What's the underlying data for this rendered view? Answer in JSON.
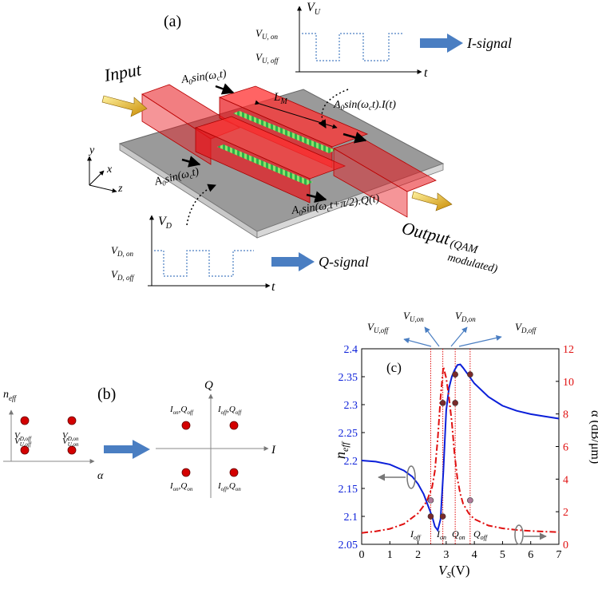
{
  "panel_a": {
    "label": "(a)",
    "input_label": "Input",
    "output_label": "Output",
    "output_note_1": "(QAM",
    "output_note_2": "modulated)",
    "length_label": "L",
    "length_sub": "M",
    "axis_x": "x",
    "axis_y": "y",
    "axis_z": "z",
    "upper_in": "A",
    "upper_in_rest": "sin(ω",
    "upper_in_end": "t)",
    "upper_out_rest": "sin(ω",
    "upper_out_end": "t).I(t)",
    "lower_in_rest": "sin(ω",
    "lower_in_end": "t)",
    "lower_out_rest": "sin(ω",
    "lower_out_end": "t+π/2).Q(t)",
    "sub0": "0",
    "subc": "c",
    "vu_axis": "V",
    "vu_axis_sub": "U",
    "vu_on": "V",
    "vu_on_sub": "U, on",
    "vu_off": "V",
    "vu_off_sub": "U, off",
    "vu_t": "t",
    "i_signal": "I-signal",
    "vd_axis": "V",
    "vd_axis_sub": "D",
    "vd_on": "V",
    "vd_on_sub": "D, on",
    "vd_off": "V",
    "vd_off_sub": "D, off",
    "vd_t": "t",
    "q_signal": "Q-signal"
  },
  "panel_b": {
    "label": "(b)",
    "left_yaxis": "n",
    "left_yaxis_sub": "eff",
    "left_xaxis": "α",
    "points_left": [
      {
        "main": "V",
        "sub": "D,off"
      },
      {
        "main": "V",
        "sub": "D,on"
      },
      {
        "main": "V",
        "sub": "U,off"
      },
      {
        "main": "V",
        "sub": "U,on"
      }
    ],
    "right_yaxis": "Q",
    "right_xaxis": "I",
    "points_right": [
      {
        "a": "I",
        "as": "on",
        "b": "Q",
        "bs": "off"
      },
      {
        "a": "I",
        "as": "off",
        "b": "Q",
        "bs": "off"
      },
      {
        "a": "I",
        "as": "on",
        "b": "Q",
        "bs": "on"
      },
      {
        "a": "I",
        "as": "off",
        "b": "Q",
        "bs": "on"
      }
    ]
  },
  "colors": {
    "laser_red": "#e8141a",
    "substrate": "#8c8c8c",
    "arrow_blue": "#4a7ec2",
    "neff_blue": "#0b1fd9",
    "alpha_red": "#e01010",
    "dot_red": "#d40000"
  },
  "chart_data": {
    "type": "line",
    "panel_label": "(c)",
    "xlabel": "V",
    "xlabel_sub": "S",
    "xlabel_unit": "(V)",
    "ylabel_left": "n",
    "ylabel_left_sub": "eff",
    "ylabel_right": "α (dB/μm)",
    "xlim": [
      0,
      7
    ],
    "ylim_left": [
      2.05,
      2.4
    ],
    "ylim_right": [
      0,
      12
    ],
    "x_ticks": [
      "0",
      "1",
      "2",
      "3",
      "4",
      "5",
      "6",
      "7"
    ],
    "y_ticks_left": [
      "2.05",
      "2.1",
      "2.15",
      "2.2",
      "2.25",
      "2.3",
      "2.35",
      "2.4"
    ],
    "y_ticks_right": [
      "0",
      "2",
      "4",
      "6",
      "8",
      "10",
      "12"
    ],
    "series": [
      {
        "axis": "left",
        "style": "solid",
        "x": [
          0,
          0.5,
          1.0,
          1.5,
          1.8,
          2.0,
          2.2,
          2.35,
          2.5,
          2.6,
          2.7,
          2.8,
          2.9,
          3.0,
          3.1,
          3.2,
          3.3,
          3.4,
          3.5,
          3.6,
          3.8,
          4.0,
          4.5,
          5.0,
          5.5,
          6.0,
          6.5,
          7.0
        ],
        "y": [
          2.2,
          2.198,
          2.193,
          2.182,
          2.171,
          2.158,
          2.14,
          2.12,
          2.1,
          2.082,
          2.075,
          2.095,
          2.18,
          2.29,
          2.33,
          2.35,
          2.362,
          2.371,
          2.372,
          2.366,
          2.352,
          2.338,
          2.314,
          2.298,
          2.289,
          2.283,
          2.279,
          2.275
        ]
      },
      {
        "axis": "right",
        "style": "dashdot",
        "x": [
          0,
          0.5,
          1.0,
          1.5,
          2.0,
          2.3,
          2.5,
          2.6,
          2.7,
          2.8,
          2.9,
          3.0,
          3.1,
          3.2,
          3.3,
          3.4,
          3.5,
          3.6,
          3.8,
          4.0,
          4.5,
          5.0,
          5.5,
          6.0,
          6.5,
          7.0
        ],
        "y": [
          0.7,
          0.8,
          0.95,
          1.25,
          1.9,
          2.6,
          3.5,
          4.5,
          6.5,
          9.0,
          10.9,
          10.2,
          9.0,
          7.5,
          5.5,
          4.0,
          3.1,
          2.5,
          1.9,
          1.55,
          1.15,
          0.98,
          0.88,
          0.82,
          0.78,
          0.75
        ]
      }
    ],
    "markers": [
      {
        "x": 2.45,
        "axis": "left",
        "y": 2.1
      },
      {
        "x": 2.45,
        "axis": "right",
        "y": 2.7
      },
      {
        "x": 2.88,
        "axis": "left",
        "y": 2.1
      },
      {
        "x": 2.88,
        "axis": "left",
        "y": 2.303
      },
      {
        "x": 3.32,
        "axis": "left",
        "y": 2.354
      },
      {
        "x": 3.32,
        "axis": "left",
        "y": 2.303
      },
      {
        "x": 3.85,
        "axis": "left",
        "y": 2.354
      },
      {
        "x": 3.85,
        "axis": "right",
        "y": 2.7
      }
    ],
    "vlines": [
      2.45,
      2.88,
      3.32,
      3.85
    ],
    "state_labels": [
      {
        "main": "I",
        "sub": "off"
      },
      {
        "main": "I",
        "sub": "on"
      },
      {
        "main": "Q",
        "sub": "on"
      },
      {
        "main": "Q",
        "sub": "off"
      }
    ],
    "top_labels": [
      {
        "main": "V",
        "sub": "U,off"
      },
      {
        "main": "V",
        "sub": "U,on"
      },
      {
        "main": "V",
        "sub": "D,on"
      },
      {
        "main": "V",
        "sub": "D,off"
      }
    ]
  }
}
